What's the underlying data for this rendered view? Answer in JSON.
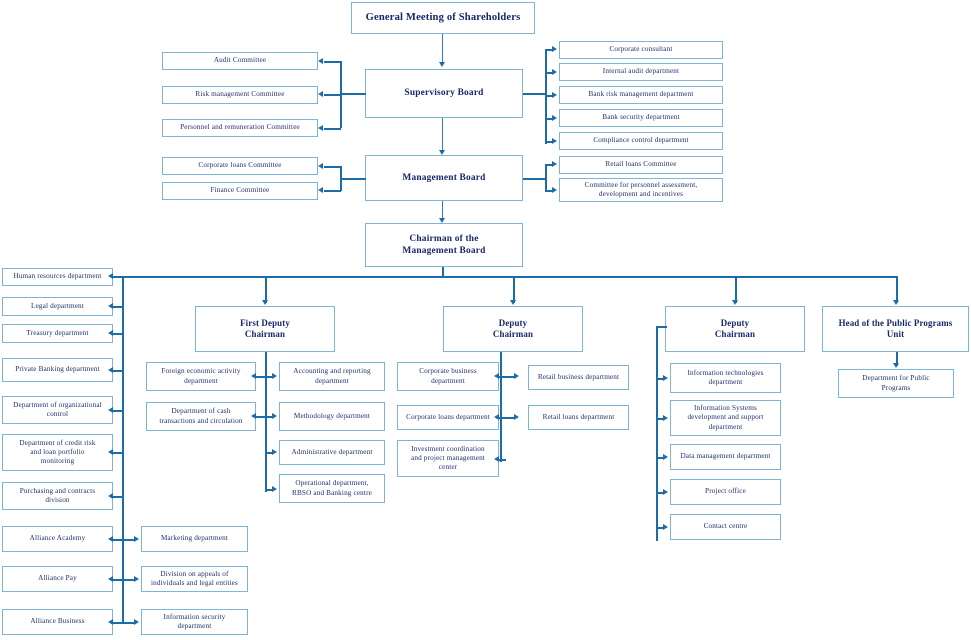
{
  "title": "Bank organizational structure chart",
  "colors": {
    "box_border": "#7EB5D6",
    "text": "#1F2E6E",
    "exec_text": "#17276B",
    "connector": "#2E7EBB",
    "arrow": "#1C6CA8",
    "background": "#FFFFFF"
  },
  "nodes": {
    "general_meeting": "General Meeting of Shareholders",
    "supervisory_board": "Supervisory Board",
    "management_board": "Management Board",
    "chairman": "Chairman of the\nManagement Board",
    "chairman_l1": "Chairman of the",
    "chairman_l2": "Management Board",
    "first_deputy_l1": "First Deputy",
    "first_deputy_l2": "Chairman",
    "deputy2_l1": "Deputy",
    "deputy2_l2": "Chairman",
    "deputy3_l1": "Deputy",
    "deputy3_l2": "Chairman",
    "public_programs_head_l1": "Head of the Public Programs",
    "public_programs_head_l2": "Unit",
    "public_programs_dept_l1": "Department for Public",
    "public_programs_dept_l2": "Programs"
  },
  "supervisory_board": {
    "left_committees": [
      "Audit Committee",
      "Risk management Committee",
      "Personnel and remuneration Committee"
    ],
    "right_departments": [
      "Corporate consultant",
      "Internal audit department",
      "Bank risk management department",
      "Bank security department",
      "Compliance control department"
    ]
  },
  "management_board": {
    "left_committees": [
      "Corporate loans Committee",
      "Finance Committee"
    ],
    "right_committees": [
      "Retail loans Committee",
      "Committee for personnel assessment, development and incentives"
    ],
    "right_committees_lines": [
      [
        "Retail loans Committee"
      ],
      [
        "Committee for personnel assessment,",
        "development and incentives"
      ]
    ]
  },
  "direct_reports_left": [
    {
      "lines": [
        "Human resources department"
      ]
    },
    {
      "lines": [
        "Legal department"
      ]
    },
    {
      "lines": [
        "Treasury department"
      ]
    },
    {
      "lines": [
        "Private Banking department"
      ]
    },
    {
      "lines": [
        "Department of organizational",
        "control"
      ]
    },
    {
      "lines": [
        "Department of  credit risk",
        "and loan portfolio",
        "monitoring"
      ]
    },
    {
      "lines": [
        "Purchasing and contracts",
        "division"
      ]
    },
    {
      "lines": [
        "Alliance Academy"
      ]
    },
    {
      "lines": [
        "Alliance Pay"
      ]
    },
    {
      "lines": [
        "Alliance Business"
      ]
    }
  ],
  "direct_reports_right": [
    {
      "lines": [
        "Marketing department"
      ]
    },
    {
      "lines": [
        "Division on appeals of",
        "individuals and legal entities"
      ]
    },
    {
      "lines": [
        "Information security",
        "department"
      ]
    }
  ],
  "first_deputy": {
    "left": [
      {
        "lines": [
          "Foreign economic activity",
          "department"
        ]
      },
      {
        "lines": [
          "Department of cash",
          "transactions and circulation"
        ]
      }
    ],
    "right": [
      {
        "lines": [
          "Accounting and reporting",
          "department"
        ]
      },
      {
        "lines": [
          "Methodology department"
        ]
      },
      {
        "lines": [
          "Administrative department"
        ]
      },
      {
        "lines": [
          "Operational department,",
          "RBSO and Banking centre"
        ]
      }
    ]
  },
  "deputy_two": {
    "left": [
      {
        "lines": [
          "Corporate business",
          "department"
        ]
      },
      {
        "lines": [
          "Corporate loans department"
        ]
      },
      {
        "lines": [
          "Investment coordination",
          "and project management",
          "center"
        ]
      }
    ],
    "right": [
      {
        "lines": [
          "Retail business department"
        ]
      },
      {
        "lines": [
          "Retail loans department"
        ]
      }
    ]
  },
  "deputy_three": {
    "items": [
      {
        "lines": [
          "Information technologies",
          "department"
        ]
      },
      {
        "lines": [
          "Information Systems",
          "development and support",
          "department"
        ]
      },
      {
        "lines": [
          "Data management department"
        ]
      },
      {
        "lines": [
          "Project office"
        ]
      },
      {
        "lines": [
          "Contact centre"
        ]
      }
    ]
  }
}
